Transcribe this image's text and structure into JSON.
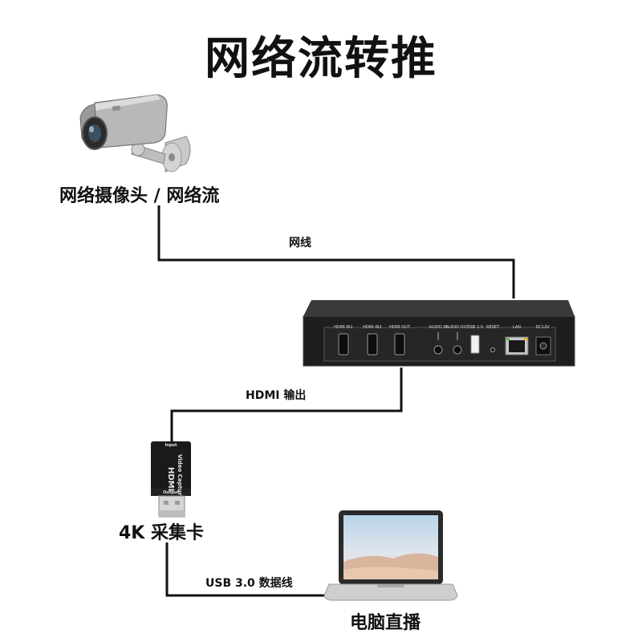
{
  "title": "网络流转推",
  "labels": {
    "camera": "网络摄像头 / 网络流",
    "network_cable": "网线",
    "hdmi_out": "HDMI 输出",
    "capture_card": "4K 采集卡",
    "usb_cable": "USB 3.0 数据线",
    "pc_stream": "电脑直播"
  },
  "device_ports": {
    "hdmi_in1": "HDMI IN1",
    "hdmi_in2": "HDMI IN2",
    "hdmi_out": "HDMI OUT",
    "audio_in": "AUDIO IN",
    "audio_out": "AUDIO OUT",
    "usb": "USB 2.0",
    "reset": "RESET",
    "lan": "LAN",
    "dc": "DC12V"
  },
  "capture_device": {
    "brand": "HDMI",
    "name": "Video Capture",
    "top_label": "Input",
    "bottom_label": "Output"
  },
  "colors": {
    "line": "#111111",
    "device_body": "#1c1c1c",
    "device_front": "#2a2a2a"
  }
}
